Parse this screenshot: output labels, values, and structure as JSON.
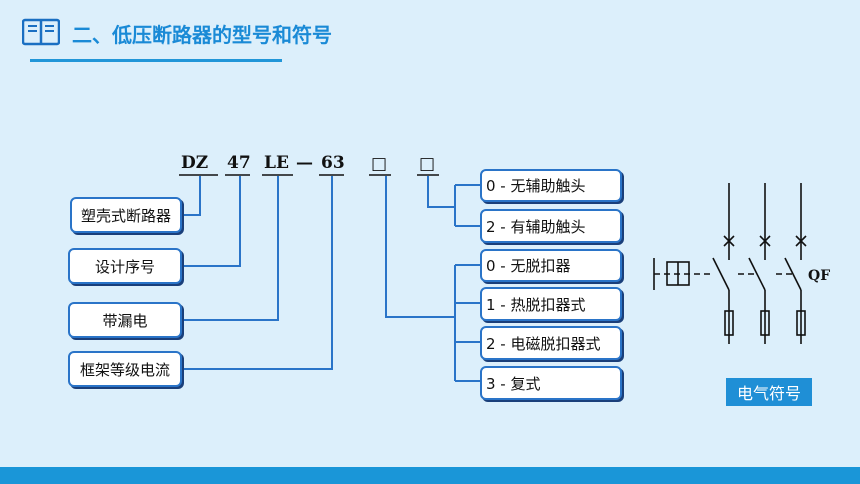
{
  "header": {
    "title": "二、低压断路器的型号和符号"
  },
  "model": {
    "dz": "DZ",
    "num": "47",
    "le": "LE",
    "dash": "—",
    "current": "63",
    "sq1": "□",
    "sq2": "□"
  },
  "left_boxes": [
    "塑壳式断路器",
    "设计序号",
    "带漏电",
    "框架等级电流"
  ],
  "right_boxes": [
    "0 - 无辅助触头",
    "2 - 有辅助触头",
    "0 - 无脱扣器",
    "1 - 热脱扣器式",
    "2 - 电磁脱扣器式",
    "3 - 复式"
  ],
  "symbol": {
    "qf": "QF",
    "label": "电气符号"
  },
  "colors": {
    "background": "#dceffb",
    "accent": "#1a8ad6",
    "line": "#2a74c8"
  }
}
